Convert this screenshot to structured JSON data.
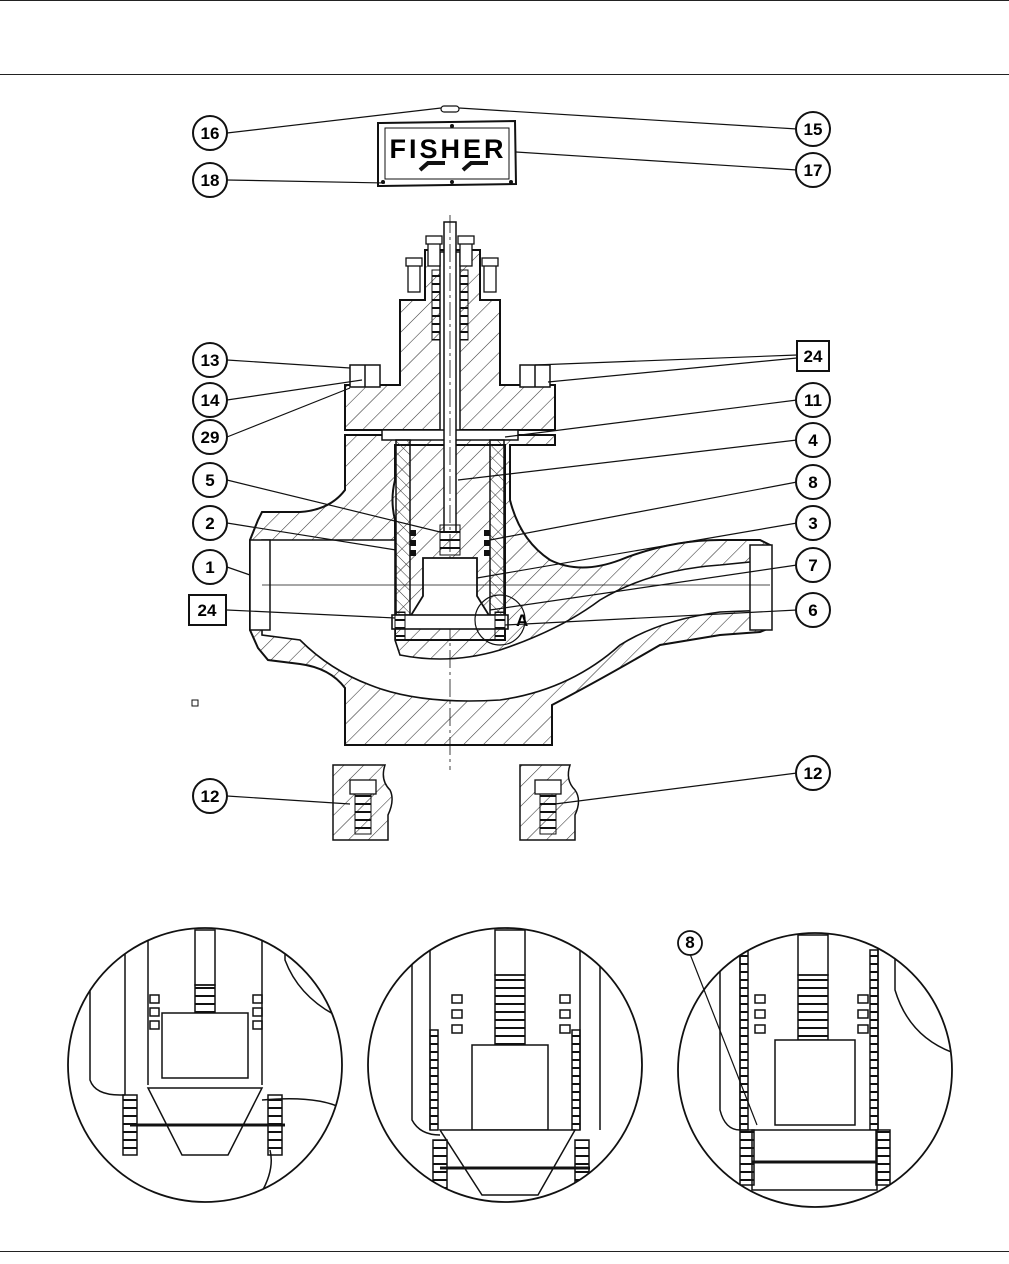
{
  "nameplate": {
    "brand": "FISHER"
  },
  "callouts": {
    "c16": "16",
    "c15": "15",
    "c18": "18",
    "c17": "17",
    "c13": "13",
    "c24a": "24",
    "c14": "14",
    "c11": "11",
    "c29": "29",
    "c4": "4",
    "c5": "5",
    "c8": "8",
    "c2": "2",
    "c3": "3",
    "c1": "1",
    "c7": "7",
    "c24b": "24",
    "c6": "6",
    "c12a": "12",
    "c12b": "12",
    "detail8": "8"
  },
  "detail_marker": {
    "label": "A"
  },
  "colors": {
    "ink": "#111111",
    "hatch": "#333333",
    "paper": "#ffffff"
  }
}
